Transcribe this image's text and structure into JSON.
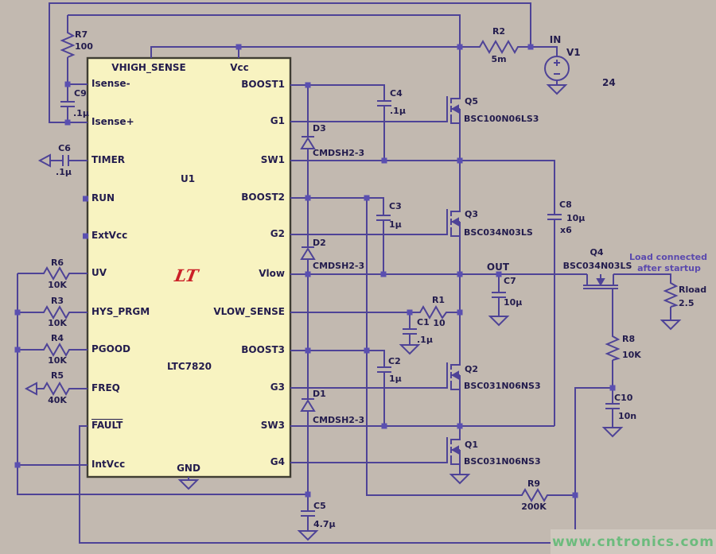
{
  "ic": {
    "refdes": "U1",
    "part": "LTC7820",
    "logo": "LT",
    "pins": {
      "vhigh_sense": "VHIGH_SENSE",
      "vcc": "Vcc",
      "isense_minus": "Isense-",
      "isense_plus": "Isense+",
      "timer": "TIMER",
      "run": "RUN",
      "extvcc": "ExtVcc",
      "uv": "UV",
      "hys_prgm": "HYS_PRGM",
      "pgood": "PGOOD",
      "freq": "FREQ",
      "fault": "FAULT",
      "intvcc": "IntVcc",
      "boost1": "BOOST1",
      "g1": "G1",
      "sw1": "SW1",
      "boost2": "BOOST2",
      "g2": "G2",
      "vlow": "Vlow",
      "vlow_sense": "VLOW_SENSE",
      "boost3": "BOOST3",
      "g3": "G3",
      "sw3": "SW3",
      "g4": "G4",
      "gnd": "GND"
    }
  },
  "components": {
    "r7": {
      "ref": "R7",
      "value": "100"
    },
    "c9": {
      "ref": "C9",
      "value": ".1µ"
    },
    "c6": {
      "ref": "C6",
      "value": ".1µ"
    },
    "r6": {
      "ref": "R6",
      "value": "10K"
    },
    "r3": {
      "ref": "R3",
      "value": "10K"
    },
    "r4": {
      "ref": "R4",
      "value": "10K"
    },
    "r5": {
      "ref": "R5",
      "value": "40K"
    },
    "r2": {
      "ref": "R2",
      "value": "5m"
    },
    "v1": {
      "ref": "V1",
      "value": "24"
    },
    "q5": {
      "ref": "Q5",
      "value": "BSC100N06LS3"
    },
    "c4": {
      "ref": "C4",
      "value": ".1µ"
    },
    "d3": {
      "ref": "D3",
      "value": "CMDSH2-3"
    },
    "c3": {
      "ref": "C3",
      "value": "1µ"
    },
    "q3": {
      "ref": "Q3",
      "value": "BSC034N03LS"
    },
    "d2": {
      "ref": "D2",
      "value": "CMDSH2-3"
    },
    "c8": {
      "ref": "C8",
      "value": "10µ",
      "note": "x6"
    },
    "c7": {
      "ref": "C7",
      "value": "10µ"
    },
    "q4": {
      "ref": "Q4",
      "value": "BSC034N03LS"
    },
    "rload": {
      "ref": "Rload",
      "value": "2.5"
    },
    "r1": {
      "ref": "R1",
      "value": "10"
    },
    "c1": {
      "ref": "C1",
      "value": ".1µ"
    },
    "c2": {
      "ref": "C2",
      "value": "1µ"
    },
    "q2": {
      "ref": "Q2",
      "value": "BSC031N06NS3"
    },
    "d1": {
      "ref": "D1",
      "value": "CMDSH2-3"
    },
    "q1": {
      "ref": "Q1",
      "value": "BSC031N06NS3"
    },
    "r8": {
      "ref": "R8",
      "value": "10K"
    },
    "c10": {
      "ref": "C10",
      "value": "10n"
    },
    "r9": {
      "ref": "R9",
      "value": "200K"
    },
    "c5": {
      "ref": "C5",
      "value": "4.7µ"
    }
  },
  "nets": {
    "in": "IN",
    "out": "OUT"
  },
  "annotations": {
    "load_note_1": "Load connected",
    "load_note_2": "after startup"
  },
  "watermark": {
    "text": "www.cntronics.com"
  },
  "colors": {
    "background": "#c2b9b0",
    "wire": "#4e4397",
    "junction": "#5a4fb0",
    "label": "#231c4d",
    "ic_fill": "#f8f3c1",
    "ic_border": "#3f3d33",
    "logo_red": "#cb2128",
    "note_purple": "#5b4aae",
    "watermark_green": "#6cbb7d",
    "watermark_bg": "#d0c8bf"
  }
}
